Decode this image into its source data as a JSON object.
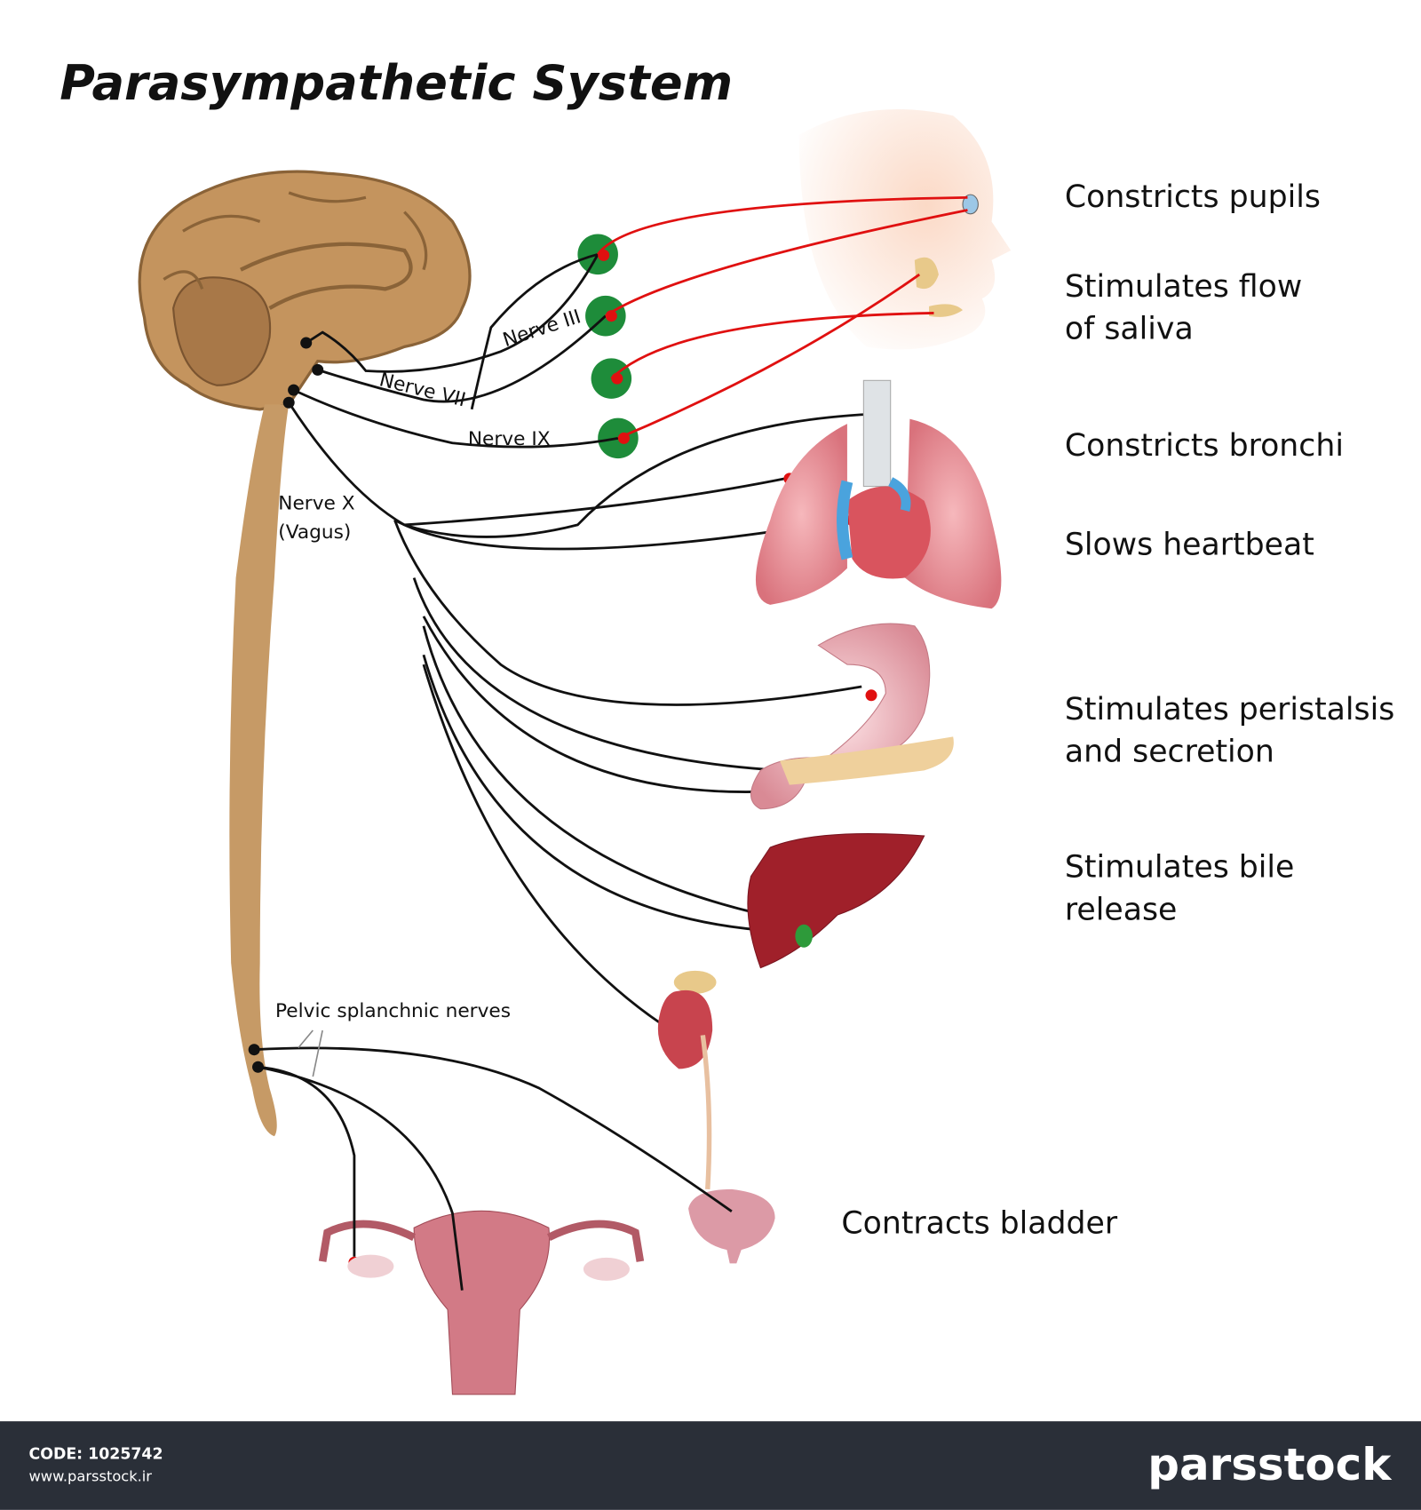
{
  "title": "Parasympathetic System",
  "nerves": {
    "nerve_iii": "Nerve III",
    "nerve_vii": "Nerve VII",
    "nerve_ix": "Nerve IX",
    "nerve_x_line1": "Nerve X",
    "nerve_x_line2": "(Vagus)",
    "pelvic": "Pelvic splanchnic nerves"
  },
  "effects": [
    {
      "lines": [
        "Constricts pupils"
      ]
    },
    {
      "lines": [
        "Stimulates flow",
        "of saliva"
      ]
    },
    {
      "lines": [
        "Constricts bronchi"
      ]
    },
    {
      "lines": [
        "Slows heartbeat"
      ]
    },
    {
      "lines": [
        "Stimulates peristalsis",
        "and secretion"
      ]
    },
    {
      "lines": [
        "Stimulates bile",
        "release"
      ]
    },
    {
      "lines": [
        "Contracts bladder"
      ]
    }
  ],
  "footer": {
    "code": "CODE: 1025742",
    "url": "www.parsstock.ir",
    "brand": "parsstock"
  },
  "colors": {
    "ganglion": "#1e8c3a",
    "postganglionic": "#e01010",
    "footer_bg": "#2a2f38"
  }
}
